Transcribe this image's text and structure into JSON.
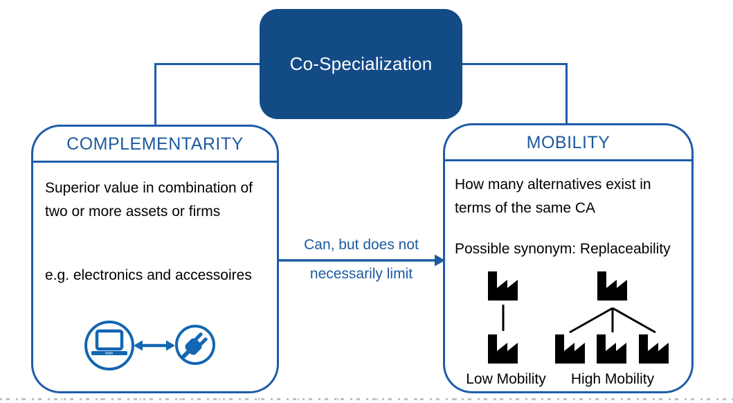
{
  "colors": {
    "navy_fill": "#134b87",
    "line_blue": "#1d5ba7",
    "header_text_blue": "#1c5aa0",
    "icon_blue": "#1266b1",
    "body_text": "#000000",
    "factory_black": "#000000"
  },
  "title": {
    "label": "Co-Specialization"
  },
  "left_box": {
    "header": "COMPLEMENTARITY",
    "body1": [
      "Superior value in combination of",
      "two or more assets or firms"
    ],
    "body2": "e.g. electronics and accessoires",
    "icons": [
      "laptop-icon",
      "double-arrow-icon",
      "plug-icon"
    ]
  },
  "connector_label": {
    "line1": "Can, but does not",
    "line2": "necessarily limit"
  },
  "right_box": {
    "header": "MOBILITY",
    "body1": [
      "How many alternatives exist in",
      "terms of the same CA"
    ],
    "body2": "Possible synonym: Replaceability",
    "low_label": "Low Mobility",
    "high_label": "High Mobility",
    "icons": [
      "factory-icon"
    ]
  }
}
